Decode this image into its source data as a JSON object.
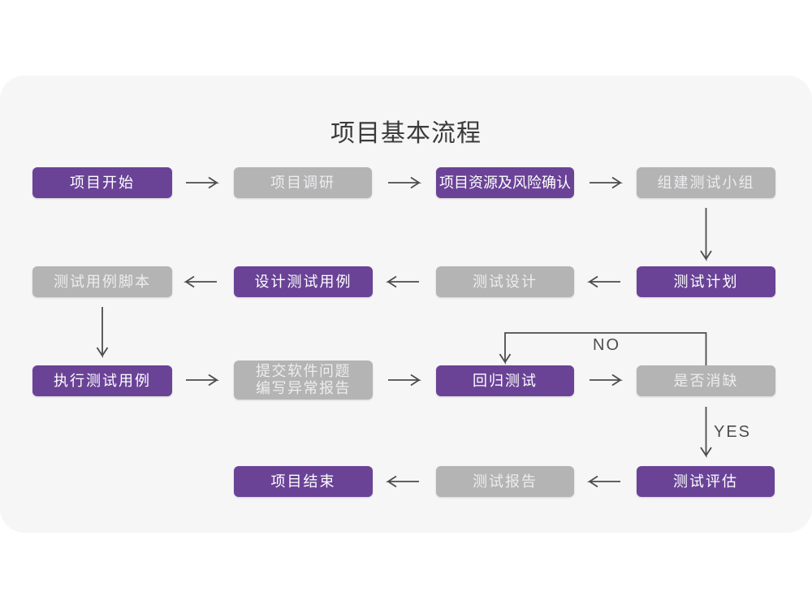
{
  "title": "项目基本流程",
  "colors": {
    "purple": "#6a4397",
    "gray": "#b4b4b5",
    "card_bg": "#f6f6f7",
    "page_bg": "#ffffff",
    "arrow": "#4d4d4d",
    "title_text": "#3b3b3b",
    "node_text_purple": "#ffffff",
    "node_text_gray": "#ededef",
    "edge_label_text": "#4d4d4d"
  },
  "nodes": [
    {
      "id": "project-start",
      "label": "项目开始",
      "type": "purple"
    },
    {
      "id": "project-research",
      "label": "项目调研",
      "type": "gray"
    },
    {
      "id": "risk-confirm",
      "label": "项目资源及风险确认",
      "type": "purple"
    },
    {
      "id": "build-test-team",
      "label": "组建测试小组",
      "type": "gray"
    },
    {
      "id": "test-plan",
      "label": "测试计划",
      "type": "purple"
    },
    {
      "id": "test-design",
      "label": "测试设计",
      "type": "gray"
    },
    {
      "id": "design-test-cases",
      "label": "设计测试用例",
      "type": "purple"
    },
    {
      "id": "test-case-script",
      "label": "测试用例脚本",
      "type": "gray"
    },
    {
      "id": "execute-test-cases",
      "label": "执行测试用例",
      "type": "purple"
    },
    {
      "id": "submit-issues-report",
      "label": "提交软件问题\n编写异常报告",
      "type": "gray"
    },
    {
      "id": "regression-test",
      "label": "回归测试",
      "type": "purple"
    },
    {
      "id": "defect-resolved",
      "label": "是否消缺",
      "type": "gray"
    },
    {
      "id": "test-evaluation",
      "label": "测试评估",
      "type": "purple"
    },
    {
      "id": "test-report",
      "label": "测试报告",
      "type": "gray"
    },
    {
      "id": "project-end",
      "label": "项目结束",
      "type": "purple"
    }
  ],
  "edge_labels": {
    "no": "NO",
    "yes": "YES"
  }
}
